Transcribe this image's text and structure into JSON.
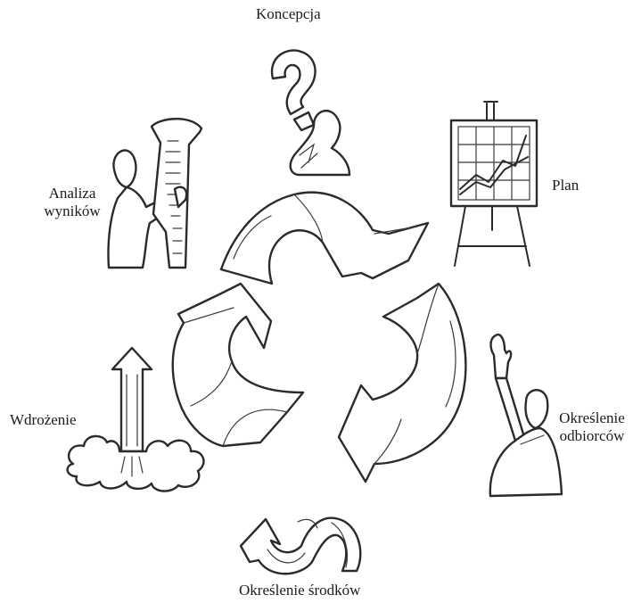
{
  "diagram": {
    "stages": {
      "koncepcja": {
        "label": "Koncepcja",
        "icon": "question-mark-thinker-icon"
      },
      "plan": {
        "label": "Plan",
        "icon": "easel-chart-icon"
      },
      "odbiorcow": {
        "line1": "Określenie",
        "line2": "odbiorców",
        "icon": "person-raising-hand-icon"
      },
      "srodkow": {
        "label": "Określenie środków",
        "icon": "twisting-arrow-icon"
      },
      "wdrozenie": {
        "label": "Wdrożenie",
        "icon": "rocket-arrow-icon"
      },
      "analiza": {
        "line1": "Analiza",
        "line2": "wyników",
        "icon": "person-reading-scroll-icon"
      }
    },
    "center_icon": "recycle-cycle-icon"
  }
}
